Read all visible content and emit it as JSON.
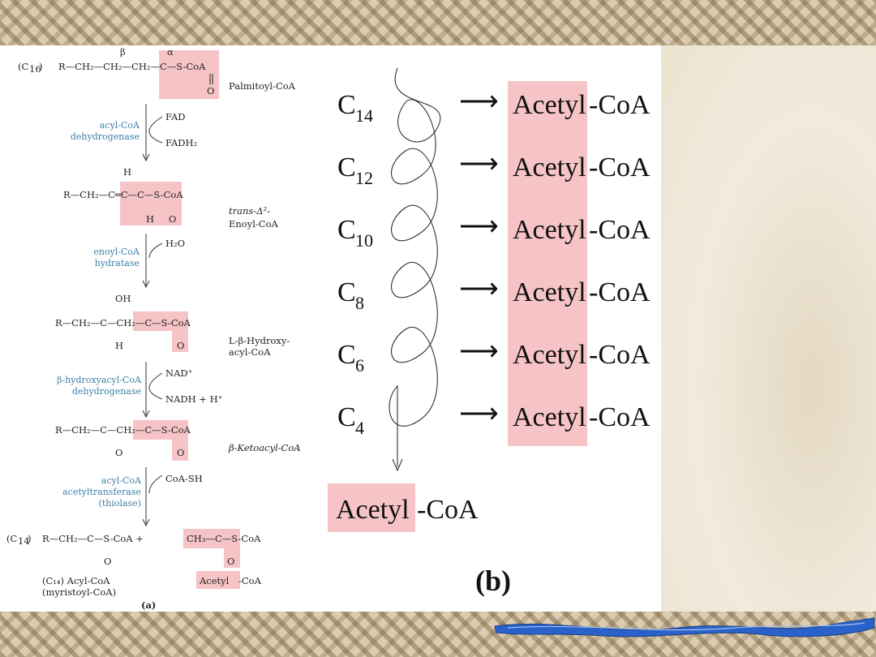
{
  "panel_a": {
    "s1": {
      "prefix": "(C",
      "sub": "16",
      "close": ")",
      "chain": "R—CH₂—CH₂—CH₂—C—S-CoA",
      "beta": "β",
      "alpha": "α",
      "o": "O",
      "name": "Palmitoyl-CoA"
    },
    "e1": {
      "enzyme1": "acyl-CoA",
      "enzyme2": "dehydrogenase",
      "in": "FAD",
      "out": "FADH₂"
    },
    "s2": {
      "h_top": "H",
      "chain": "R—CH₂—C═C—C—S-CoA",
      "h_bottom": "H",
      "o": "O",
      "name1": "trans-Δ²-",
      "name2": "Enoyl-CoA"
    },
    "e2": {
      "enzyme1": "enoyl-CoA",
      "enzyme2": "hydratase",
      "in": "H₂O"
    },
    "s3": {
      "oh": "OH",
      "chain": "R—CH₂—C—CH₂—C—S-CoA",
      "h": "H",
      "o": "O",
      "name1": "L-β-Hydroxy-",
      "name2": "acyl-CoA"
    },
    "e3": {
      "enzyme1": "β-hydroxyacyl-CoA",
      "enzyme2": "dehydrogenase",
      "in": "NAD⁺",
      "out": "NADH + H⁺"
    },
    "s4": {
      "chain": "R—CH₂—C—CH₂—C—S-CoA",
      "o1": "O",
      "o2": "O",
      "name": "β-Ketoacyl-CoA"
    },
    "e4": {
      "enzyme1": "acyl-CoA",
      "enzyme2": "acetyltransferase",
      "enzyme3": "(thiolase)",
      "in": "CoA-SH"
    },
    "s5": {
      "prefix": "(C",
      "sub": "14",
      "close": ")",
      "chain": "R—CH₂—C—S-CoA +",
      "chain2": "CH₃—C—S-CoA",
      "o1": "O",
      "o2": "O",
      "name1": "(C₁₄) Acyl-CoA",
      "name2": "(myristoyl-CoA)",
      "acetyl": "Acetyl",
      "coa": "-CoA"
    },
    "label": "(a)"
  },
  "panel_b": {
    "carbons": [
      {
        "c": "C",
        "n": "14"
      },
      {
        "c": "C",
        "n": "12"
      },
      {
        "c": "C",
        "n": "10"
      },
      {
        "c": "C",
        "n": "8"
      },
      {
        "c": "C",
        "n": "6"
      },
      {
        "c": "C",
        "n": "4"
      }
    ],
    "arrow": "⟶",
    "acetyl": "Acetyl",
    "coa": "-CoA",
    "final_acetyl": "Acetyl",
    "final_coa": "-CoA",
    "label": "(b)"
  },
  "colors": {
    "highlight": "#f6c4c7",
    "enzyme_text": "#3c7fa9",
    "flag": "#2a62c9"
  }
}
